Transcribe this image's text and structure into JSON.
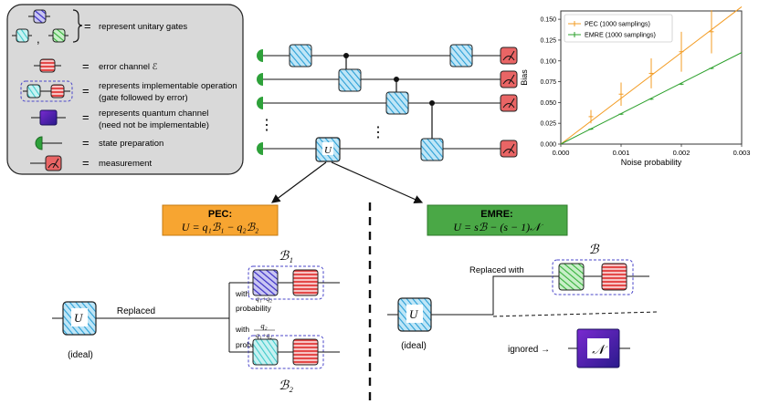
{
  "legend": {
    "rows": [
      {
        "key": "unitary",
        "label": "represent unitary gates",
        "label2": ""
      },
      {
        "key": "error",
        "label": "error channel ℰ",
        "label2": ""
      },
      {
        "key": "impl",
        "label": "represents implementable operation",
        "label2": "(gate followed by error)"
      },
      {
        "key": "channel",
        "label": "represents quantum channel",
        "label2": "(need not be implementable)"
      },
      {
        "key": "prep",
        "label": "state preparation",
        "label2": ""
      },
      {
        "key": "meas",
        "label": "measurement",
        "label2": ""
      }
    ],
    "comma": ","
  },
  "circuit": {
    "unitary_label": "U",
    "dots": "⋮"
  },
  "pec": {
    "title": "PEC:",
    "formula": "U = q₁ℬ₁ − q₂ℬ₂",
    "replaced": "Replaced",
    "with": "with",
    "prob1_num": "q₁",
    "prob2_num": "q₂",
    "prob_den": "q₁+q₂",
    "probability": "probability",
    "b1": "ℬ₁",
    "b2": "ℬ₂",
    "ideal": "(ideal)",
    "u": "U"
  },
  "emre": {
    "title": "EMRE:",
    "formula": "U = sℬ − (s − 1)𝒩",
    "replaced": "Replaced with",
    "b": "ℬ",
    "ignored": "ignored →",
    "n": "𝒩",
    "ideal": "(ideal)",
    "u": "U"
  },
  "colors": {
    "pec": "#f7a531",
    "emre": "#4aa846",
    "gate_blue": "#5bbbe6",
    "gate_red": "#e96565",
    "gate_green": "#56c15a",
    "gate_cyan": "#5fd6d6",
    "gate_indigo": "#4a3dd0",
    "channel": "#4b1fae"
  },
  "chart_data": {
    "type": "line",
    "xlabel": "Noise probability",
    "ylabel": "Bias",
    "xlim": [
      0,
      0.003
    ],
    "ylim": [
      0,
      0.16
    ],
    "xticks": [
      "0.000",
      "0.001",
      "0.002",
      "0.003"
    ],
    "yticks": [
      "0.000",
      "0.025",
      "0.050",
      "0.075",
      "0.100",
      "0.125",
      "0.150"
    ],
    "legend_position": "top-left",
    "series": [
      {
        "name": "PEC (1000 samplings)",
        "color": "#f39c24",
        "line": {
          "x": [
            0,
            0.003
          ],
          "y": [
            0,
            0.165
          ]
        },
        "points": {
          "x": [
            0.0005,
            0.001,
            0.0015,
            0.002,
            0.0025
          ],
          "y": [
            0.033,
            0.06,
            0.085,
            0.111,
            0.135
          ],
          "err": [
            0.008,
            0.014,
            0.018,
            0.024,
            0.026
          ]
        }
      },
      {
        "name": "EMRE (1000 samplings)",
        "color": "#2ca02c",
        "line": {
          "x": [
            0,
            0.003
          ],
          "y": [
            0,
            0.11
          ]
        },
        "points": {
          "x": [
            0.0005,
            0.001,
            0.0015,
            0.002,
            0.0025
          ],
          "y": [
            0.018,
            0.036,
            0.054,
            0.072,
            0.091
          ],
          "err": [
            0.001,
            0.001,
            0.001,
            0.001,
            0.001
          ]
        }
      }
    ]
  }
}
